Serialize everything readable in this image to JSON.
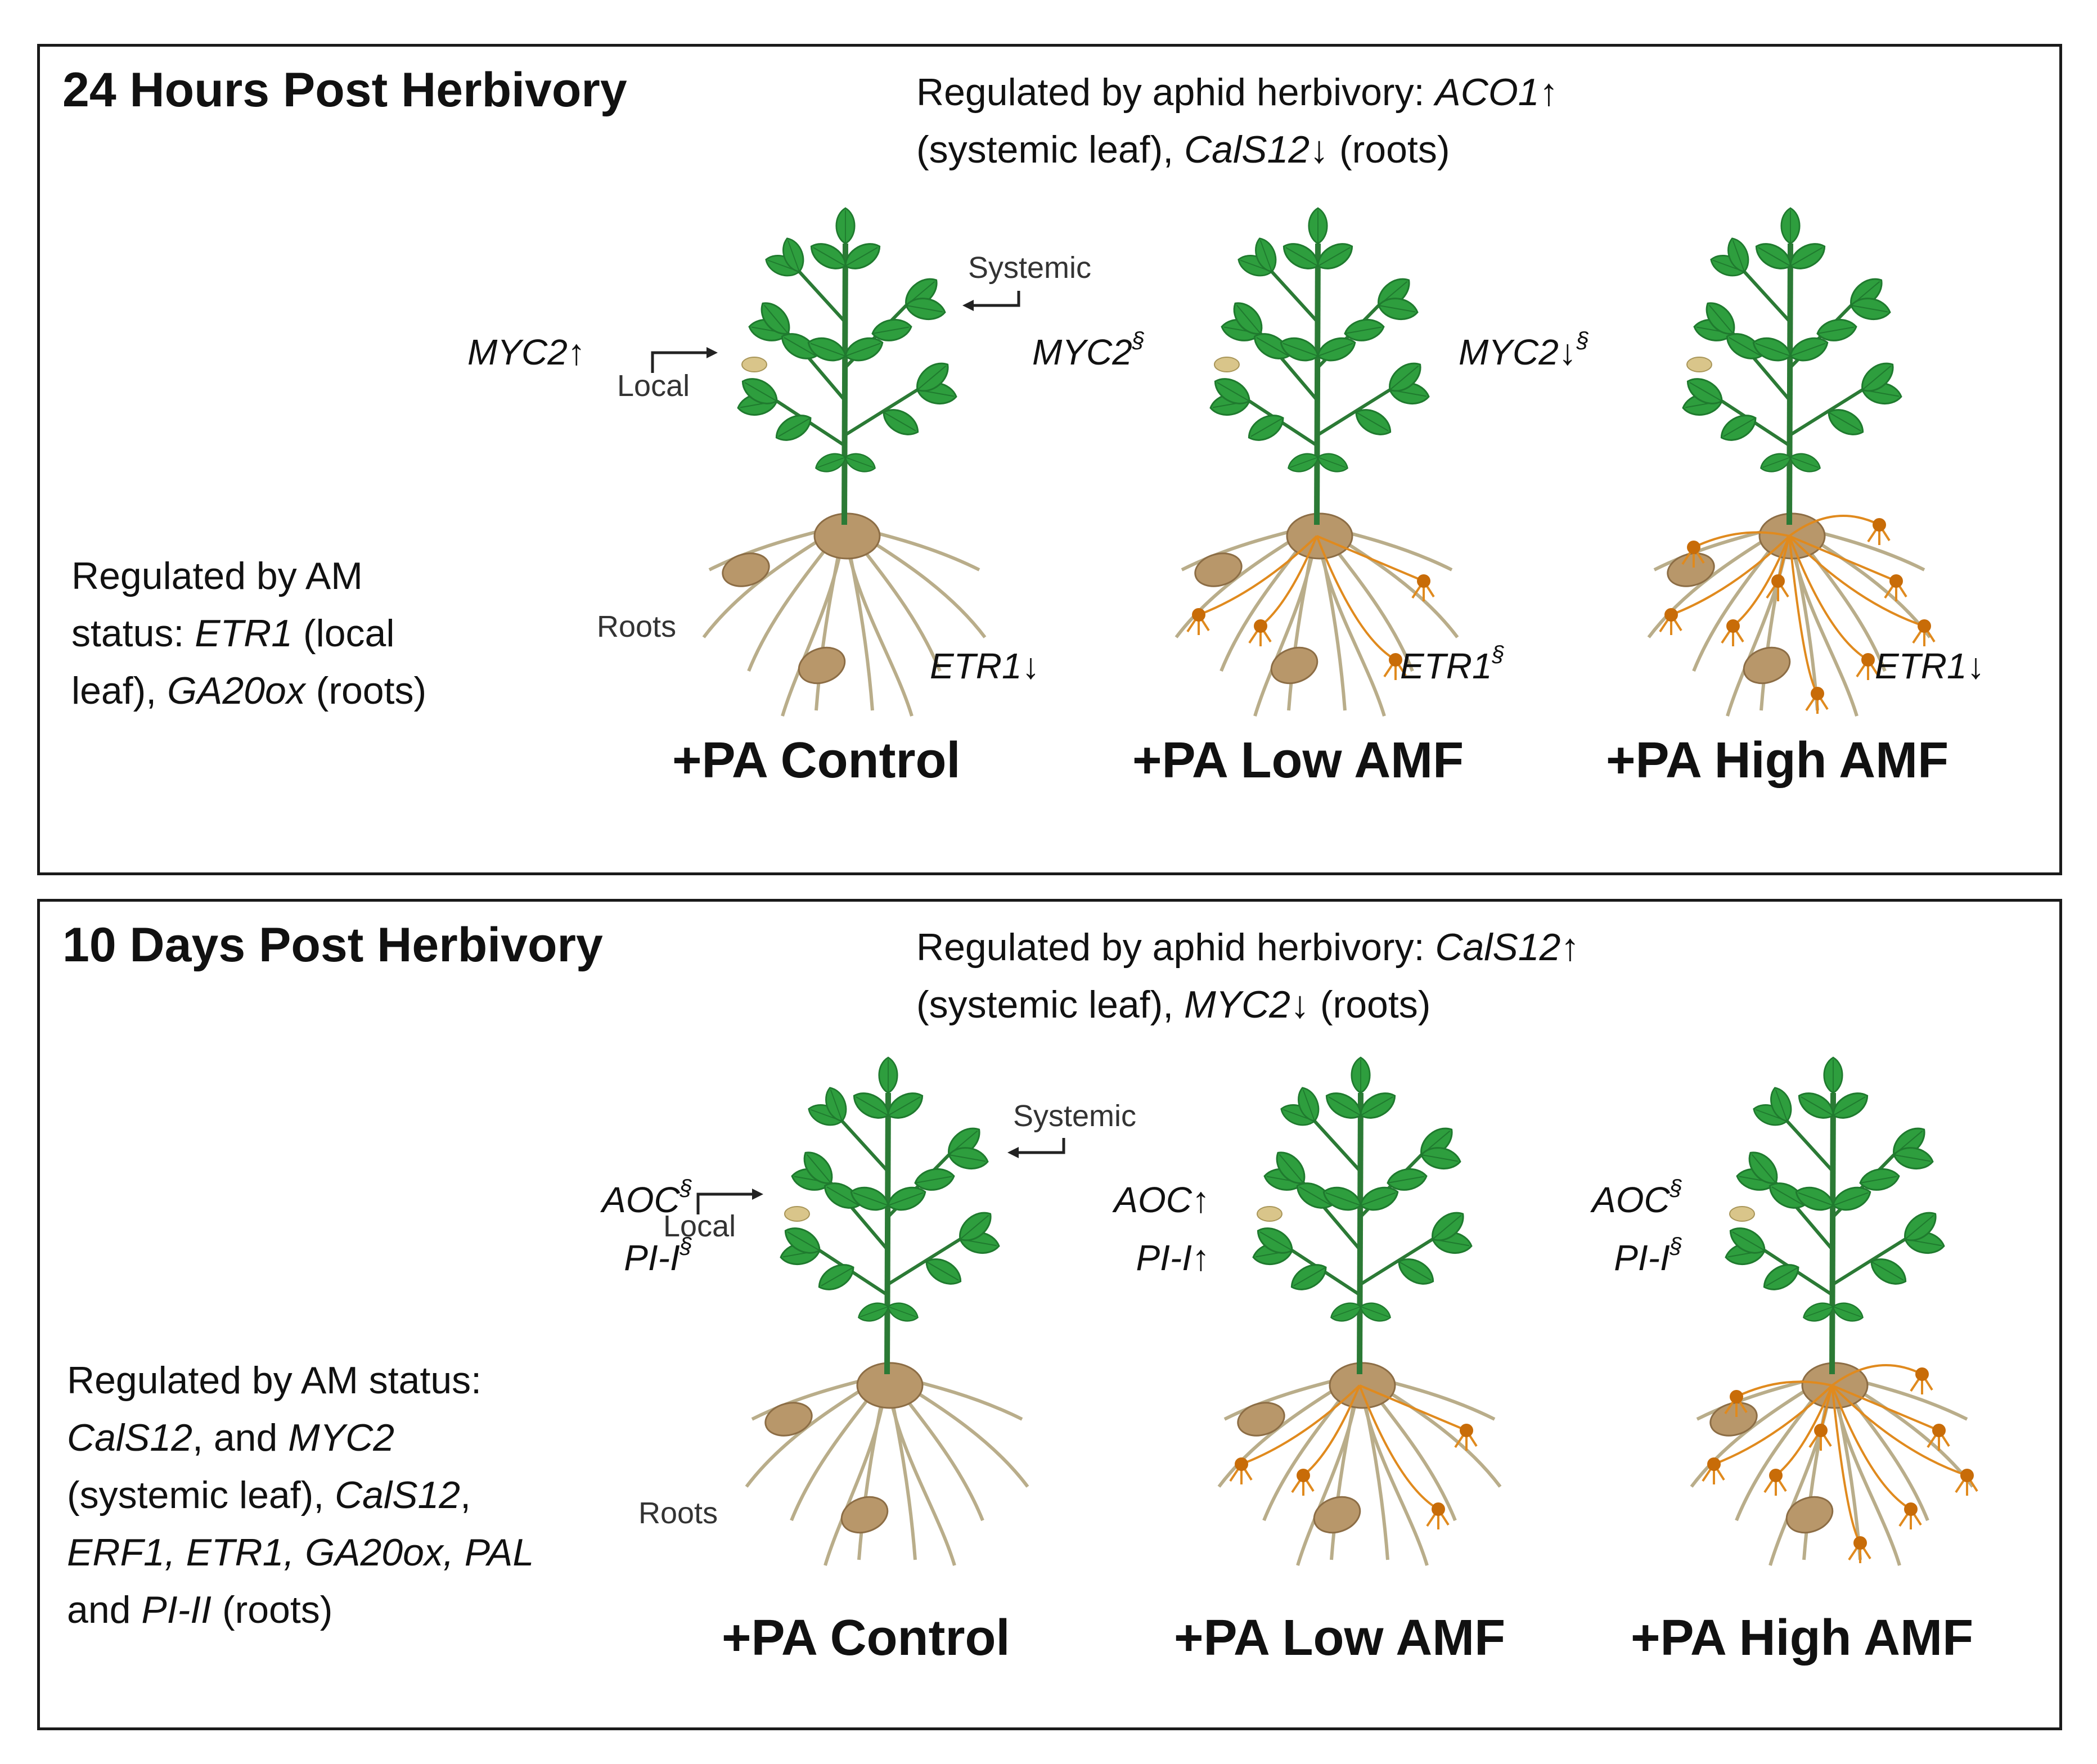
{
  "panel_24h": {
    "title": "24 Hours Post Herbivory",
    "aphid_note": {
      "prefix": "Regulated by aphid herbivory: ",
      "gene_a": "ACO1",
      "arrow_a": "↑",
      "mid_a": "(systemic leaf), ",
      "gene_b": "CalS12",
      "arrow_b": "↓",
      "suffix": " (roots)"
    },
    "am_note": {
      "line1": "Regulated by AM",
      "line2_prefix": "status: ",
      "gene_a": "ETR1",
      "line2_suffix": " (local",
      "line3_prefix": "leaf), ",
      "gene_b": "GA20ox",
      "line3_suffix": " (roots)"
    },
    "labels": {
      "local": "Local",
      "systemic": "Systemic",
      "roots": "Roots"
    },
    "plants": [
      {
        "leaf_gene": "MYC2",
        "leaf_mark": "↑",
        "leaf_sup": "",
        "root_gene": "ETR1",
        "root_mark": "↓",
        "root_sup": "",
        "treatment": "+PA Control",
        "amf": "none"
      },
      {
        "leaf_gene": "MYC2",
        "leaf_mark": "",
        "leaf_sup": "§",
        "root_gene": "ETR1",
        "root_mark": "",
        "root_sup": "§",
        "treatment": "+PA Low AMF",
        "amf": "low"
      },
      {
        "leaf_gene": "MYC2",
        "leaf_mark": "↓",
        "leaf_sup": "§",
        "root_gene": "ETR1",
        "root_mark": "↓",
        "root_sup": "",
        "treatment": "+PA High AMF",
        "amf": "high"
      }
    ]
  },
  "panel_10d": {
    "title": "10 Days Post Herbivory",
    "aphid_note": {
      "prefix": "Regulated by aphid herbivory: ",
      "gene_a": "CalS12",
      "arrow_a": "↑",
      "mid_a": "(systemic leaf), ",
      "gene_b": "MYC2",
      "arrow_b": "↓",
      "suffix": " (roots)"
    },
    "am_note": {
      "line1": "Regulated by AM status:",
      "l2_gene": "CalS12",
      "l2_mid": ", and ",
      "l2_gene2": "MYC2",
      "l3_text": "(systemic leaf), ",
      "l3_gene": "CalS12",
      "l3_end": ",",
      "l4_text": "ERF1, ETR1, GA20ox, PAL",
      "l5_prefix": "and ",
      "l5_gene": "PI-II",
      "l5_suffix": " (roots)"
    },
    "labels": {
      "local": "Local",
      "systemic": "Systemic",
      "roots": "Roots"
    },
    "plants": [
      {
        "gene1": "AOC",
        "mark1": "",
        "sup1": "§",
        "gene2": "PI-I",
        "mark2": "",
        "sup2": "§",
        "treatment": "+PA Control",
        "amf": "none"
      },
      {
        "gene1": "AOC",
        "mark1": "↑",
        "sup1": "",
        "gene2": "PI-I",
        "mark2": "↑",
        "sup2": "",
        "treatment": "+PA Low AMF",
        "amf": "low"
      },
      {
        "gene1": "AOC",
        "mark1": "",
        "sup1": "§",
        "gene2": "PI-I",
        "mark2": "",
        "sup2": "§",
        "treatment": "+PA High AMF",
        "amf": "high"
      }
    ]
  },
  "colors": {
    "leaf": "#2e9e3e",
    "leaf_dark": "#1f7a2e",
    "stem": "#2b7a35",
    "root": "#b9ad8a",
    "tuber": "#b8976a",
    "amf": "#e08a1e",
    "amf_spore": "#c86c08",
    "aphid": "#d9c58a"
  }
}
